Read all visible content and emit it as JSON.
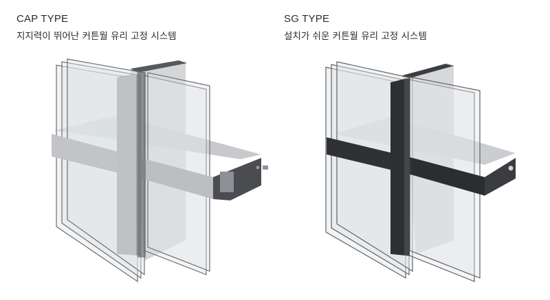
{
  "panels": [
    {
      "title": "CAP TYPE",
      "subtitle": "지지력이 뛰어난 커튼월 유리 고정 시스템",
      "illustration": "cap-type-curtain-wall",
      "frame_color": "#b9bcbf"
    },
    {
      "title": "SG TYPE",
      "subtitle": "설치가 쉬운 커튼월 유리 고정 시스템",
      "illustration": "sg-type-curtain-wall",
      "frame_color": "#2e3033"
    }
  ]
}
